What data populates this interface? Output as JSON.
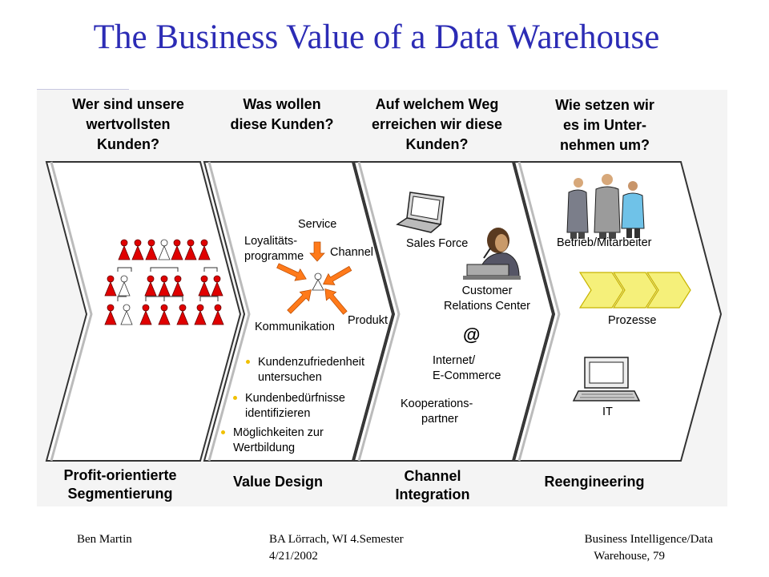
{
  "title": "The Business Value of a Data Warehouse",
  "questions": [
    {
      "line1": "Wer sind unsere",
      "line2": "wertvollsten",
      "line3": "Kunden?"
    },
    {
      "line1": "Was wollen",
      "line2": "diese Kunden?"
    },
    {
      "line1": "Auf welchem Weg",
      "line2": "erreichen wir diese",
      "line3": "Kunden?"
    },
    {
      "line1": "Wie setzen wir",
      "line2": "es im Unter-",
      "line3": "nehmen um?"
    }
  ],
  "value_design": {
    "service": "Service",
    "loyalty_1": "Loyalitäts-",
    "loyalty_2": "programme",
    "channel": "Channel",
    "kommunikation": "Kommunikation",
    "produkt": "Produkt",
    "bullets": [
      {
        "line1": "Kundenzufriedenheit",
        "line2": "untersuchen"
      },
      {
        "line1": "Kundenbedürfnisse",
        "line2": "identifizieren"
      },
      {
        "line1": "Möglichkeiten zur",
        "line2": "Wertbildung"
      }
    ]
  },
  "channel_integration": {
    "sales_force": "Sales Force",
    "crc_1": "Customer",
    "crc_2": "Relations Center",
    "at": "@",
    "internet_1": "Internet/",
    "internet_2": "E-Commerce",
    "koop_1": "Kooperations-",
    "koop_2": "partner"
  },
  "reengineering": {
    "betrieb": "Betrieb/Mitarbeiter",
    "prozesse": "Prozesse",
    "it": "IT"
  },
  "bottom_labels": [
    {
      "line1": "Profit-orientierte",
      "line2": "Segmentierung"
    },
    {
      "line1": "Value Design"
    },
    {
      "line1": "Channel",
      "line2": "Integration"
    },
    {
      "line1": "Reengineering"
    }
  ],
  "footer": {
    "author": "Ben Martin",
    "center_1": "BA Lörrach, WI 4.Semester",
    "center_2": "4/21/2002",
    "right_1": "Business Intelligence/Data",
    "right_2": "Warehouse, 79"
  },
  "colors": {
    "title": "#2c2cb5",
    "accent_red": "#e00000",
    "arrow_orange": "#ff7a1a",
    "process_yellow": "#f5f07a",
    "background_panel": "#f4f4f4"
  }
}
